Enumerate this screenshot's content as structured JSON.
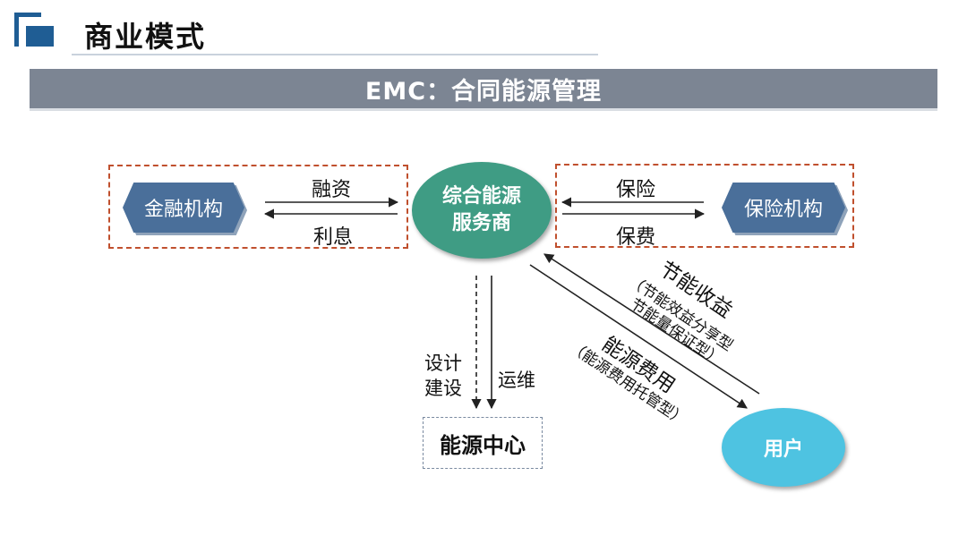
{
  "header": {
    "title": "商业模式",
    "banner": "EMC：合同能源管理"
  },
  "diagram": {
    "finance": {
      "label": "金融机构",
      "to_center": "融资",
      "from_center": "利息"
    },
    "center": {
      "line1": "综合能源",
      "line2": "服务商"
    },
    "insurance": {
      "label": "保险机构",
      "to_center": "保险",
      "from_center": "保费"
    },
    "user": {
      "label": "用户"
    },
    "energy_center": {
      "label": "能源中心"
    },
    "build": {
      "line1": "设计",
      "line2": "建设"
    },
    "operate": {
      "label": "运维"
    },
    "saving": {
      "title": "节能收益",
      "sub1": "（节能效益分享型",
      "sub2": "节能量保证型）"
    },
    "energy_fee": {
      "title": "能源费用",
      "sub1": "（能源费用托管型）"
    },
    "colors": {
      "banner": "#7c8593",
      "center_node": "#3f9c84",
      "institution_node": "#4a6f9a",
      "user_node": "#4ec3e1",
      "dashed_border": "#c0502e"
    }
  }
}
